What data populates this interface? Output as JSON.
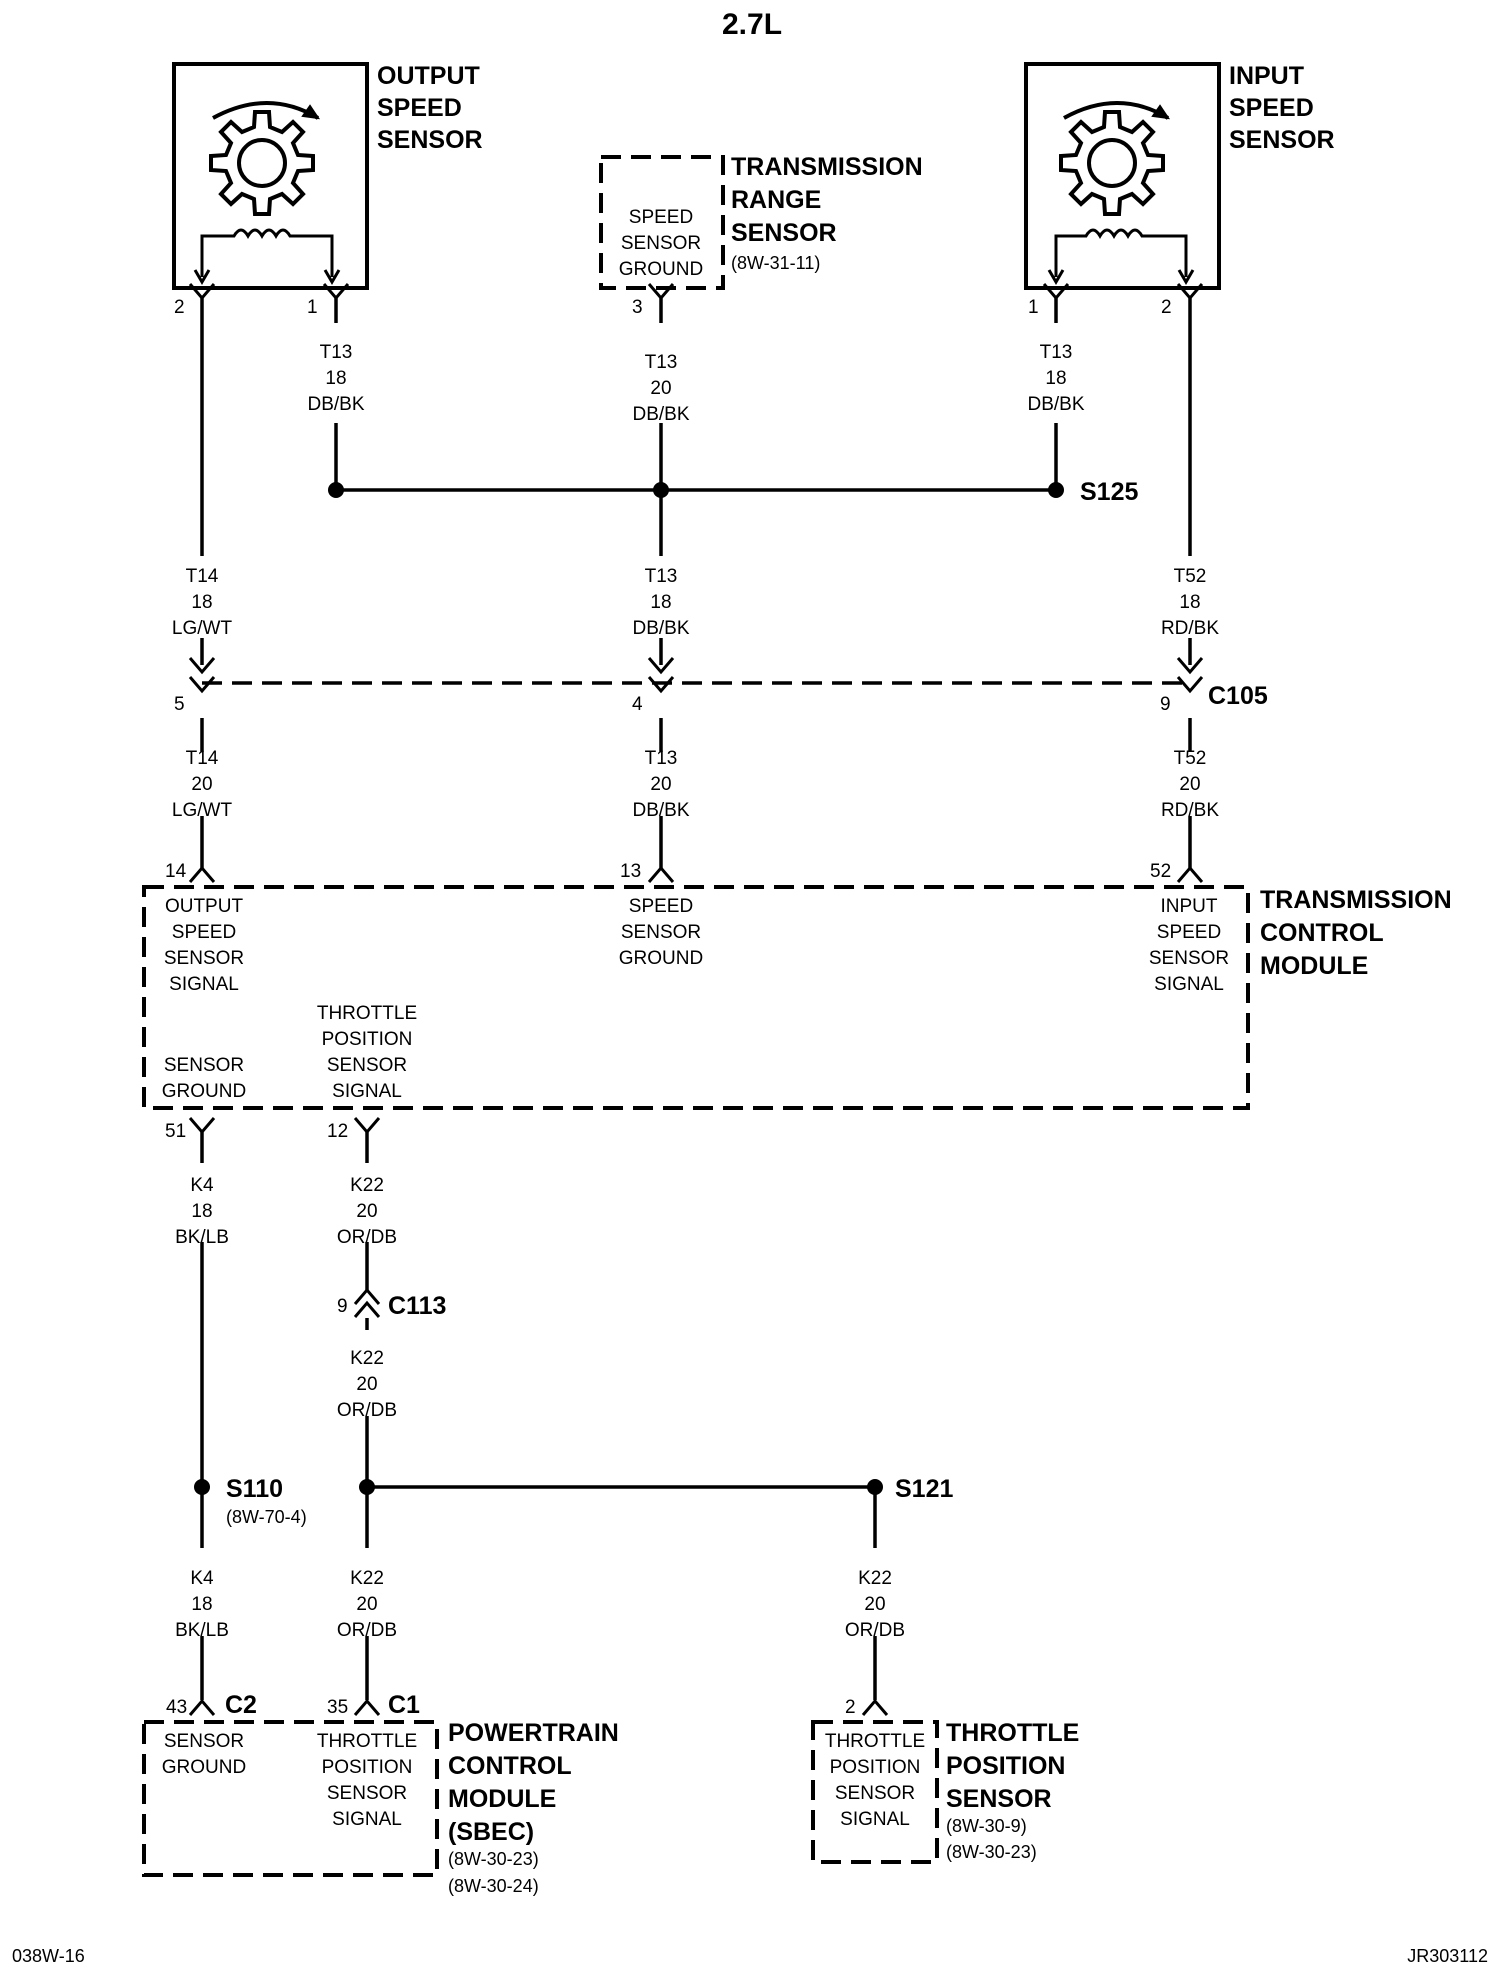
{
  "title": "2.7L",
  "footer": {
    "left": "038W-16",
    "right": "JR303112"
  },
  "components": {
    "output_speed_sensor": {
      "title": [
        "OUTPUT",
        "SPEED",
        "SENSOR"
      ],
      "pin_left": "2",
      "pin_right": "1"
    },
    "input_speed_sensor": {
      "title": [
        "INPUT",
        "SPEED",
        "SENSOR"
      ],
      "pin_left": "1",
      "pin_right": "2"
    },
    "transmission_range_sensor": {
      "title": [
        "TRANSMISSION",
        "RANGE",
        "SENSOR"
      ],
      "ref": "(8W-31-11)",
      "inner": [
        "SPEED",
        "SENSOR",
        "GROUND"
      ],
      "pin": "3"
    },
    "transmission_control_module": {
      "title": [
        "TRANSMISSION",
        "CONTROL",
        "MODULE"
      ],
      "pins": {
        "p14": "14",
        "p13": "13",
        "p52": "52",
        "p51": "51",
        "p12": "12"
      },
      "labels": {
        "output_signal": [
          "OUTPUT",
          "SPEED",
          "SENSOR",
          "SIGNAL"
        ],
        "speed_ground": [
          "SPEED",
          "SENSOR",
          "GROUND"
        ],
        "input_signal": [
          "INPUT",
          "SPEED",
          "SENSOR",
          "SIGNAL"
        ],
        "throttle_signal": [
          "THROTTLE",
          "POSITION",
          "SENSOR",
          "SIGNAL"
        ],
        "sensor_ground": [
          "SENSOR",
          "GROUND"
        ]
      }
    },
    "powertrain_control_module": {
      "title": [
        "POWERTRAIN",
        "CONTROL",
        "MODULE",
        "(SBEC)"
      ],
      "refs": [
        "(8W-30-23)",
        "(8W-30-24)"
      ],
      "labels": {
        "sensor_ground": [
          "SENSOR",
          "GROUND"
        ],
        "throttle_signal": [
          "THROTTLE",
          "POSITION",
          "SENSOR",
          "SIGNAL"
        ]
      },
      "pin_c2": "43",
      "pin_c1": "35",
      "conn_c2": "C2",
      "conn_c1": "C1"
    },
    "throttle_position_sensor": {
      "title": [
        "THROTTLE",
        "POSITION",
        "SENSOR"
      ],
      "refs": [
        "(8W-30-9)",
        "(8W-30-23)"
      ],
      "inner": [
        "THROTTLE",
        "POSITION",
        "SENSOR",
        "SIGNAL"
      ],
      "pin": "2"
    }
  },
  "connectors": {
    "c105": {
      "name": "C105",
      "pin_left": "5",
      "pin_mid": "4",
      "pin_right": "9"
    },
    "c113": {
      "name": "C113",
      "pin": "9"
    }
  },
  "splices": {
    "s125": {
      "name": "S125"
    },
    "s110": {
      "name": "S110",
      "ref": "(8W-70-4)"
    },
    "s121": {
      "name": "S121"
    }
  },
  "wires": {
    "w_oss1": [
      "T13",
      "18",
      "DB/BK"
    ],
    "w_trs": [
      "T13",
      "20",
      "DB/BK"
    ],
    "w_iss1": [
      "T13",
      "18",
      "DB/BK"
    ],
    "w_t14_a": [
      "T14",
      "18",
      "LG/WT"
    ],
    "w_t13_a": [
      "T13",
      "18",
      "DB/BK"
    ],
    "w_t52_a": [
      "T52",
      "18",
      "RD/BK"
    ],
    "w_t14_b": [
      "T14",
      "20",
      "LG/WT"
    ],
    "w_t13_b": [
      "T13",
      "20",
      "DB/BK"
    ],
    "w_t52_b": [
      "T52",
      "20",
      "RD/BK"
    ],
    "w_k4_a": [
      "K4",
      "18",
      "BK/LB"
    ],
    "w_k22_a": [
      "K22",
      "20",
      "OR/DB"
    ],
    "w_k22_b": [
      "K22",
      "20",
      "OR/DB"
    ],
    "w_k4_b": [
      "K4",
      "18",
      "BK/LB"
    ],
    "w_k22_c": [
      "K22",
      "20",
      "OR/DB"
    ],
    "w_k22_d": [
      "K22",
      "20",
      "OR/DB"
    ]
  }
}
